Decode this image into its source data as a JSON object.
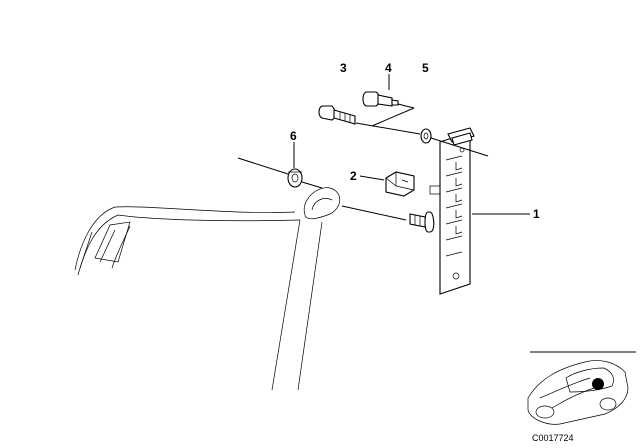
{
  "diagram": {
    "callouts": [
      {
        "id": "1",
        "label": "1"
      },
      {
        "id": "2",
        "label": "2"
      },
      {
        "id": "3",
        "label": "3"
      },
      {
        "id": "4",
        "label": "4"
      },
      {
        "id": "5",
        "label": "5"
      },
      {
        "id": "6",
        "label": "6"
      }
    ],
    "image_code": "C0017724"
  }
}
